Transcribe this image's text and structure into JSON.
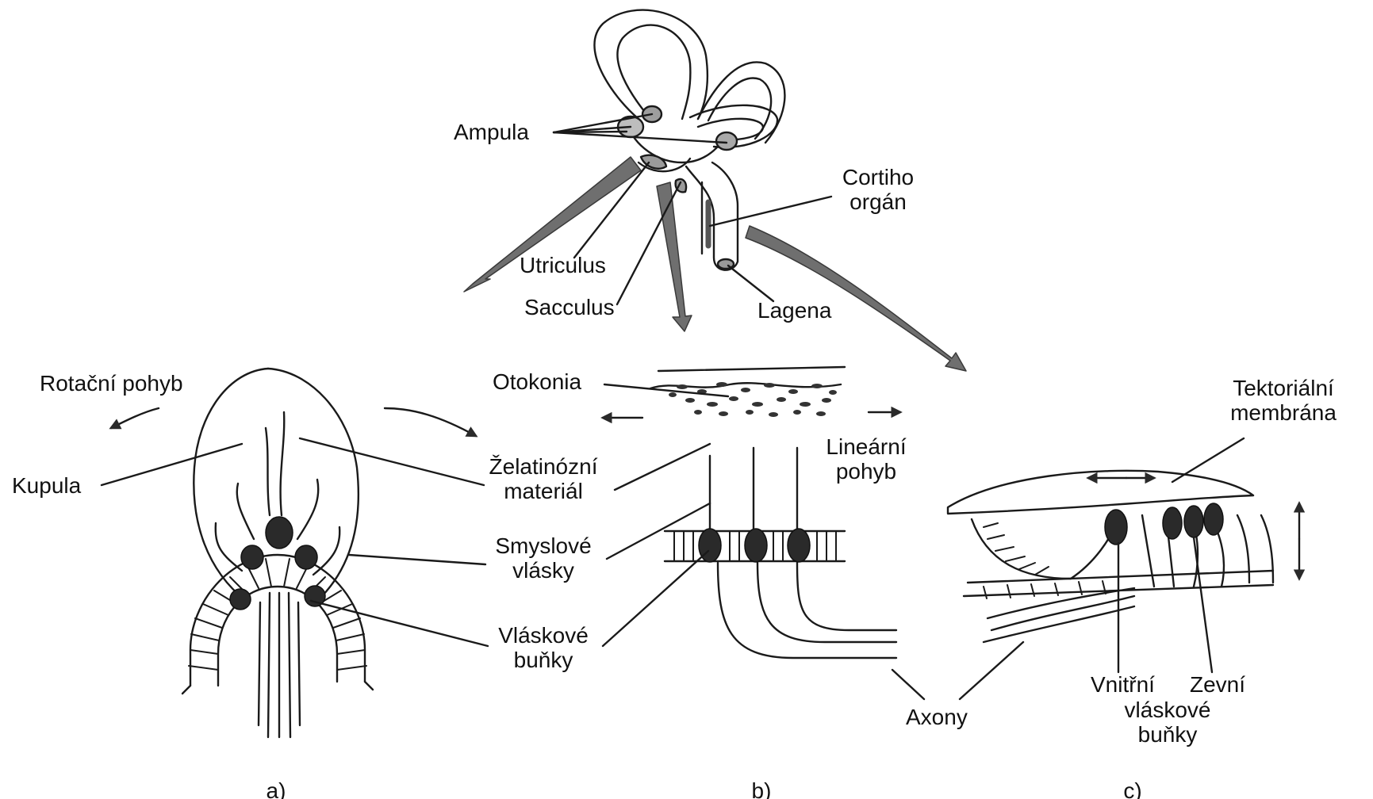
{
  "labels": {
    "ampula": "Ampula",
    "utriculus": "Utriculus",
    "sacculus": "Sacculus",
    "cortiho_organ": [
      "Cortiho",
      "orgán"
    ],
    "lagena": "Lagena",
    "rotacni_pohyb": "Rotační pohyb",
    "kupula": "Kupula",
    "otokonia": "Otokonia",
    "zelatinozni_material": [
      "Želatinózní",
      "materiál"
    ],
    "linearni_pohyb": [
      "Lineární",
      "pohyb"
    ],
    "smyslove_vlasky": [
      "Smyslové",
      "vlásky"
    ],
    "vlaskove_bunky": [
      "Vláskové",
      "buňky"
    ],
    "tektorialni_membrana": [
      "Tektoriální",
      "membrána"
    ],
    "axony": "Axony",
    "vnitrni": "Vnitřní",
    "zevni": "Zevní",
    "vlaskove_bunky_c": [
      "vláskové",
      "buňky"
    ]
  },
  "panels": {
    "a": "a)",
    "b": "b)",
    "c": "c)"
  },
  "colors": {
    "ink": "#111111",
    "shade": "#6f6f6f",
    "cell": "#2a2a2a",
    "background": "#ffffff"
  }
}
